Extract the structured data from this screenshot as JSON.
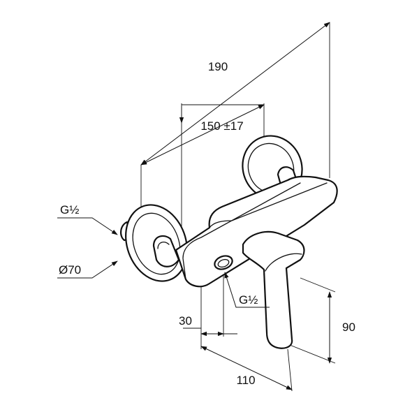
{
  "dimensions": {
    "overall_width": "190",
    "connection_centers": "150 ±17",
    "thread_inlet": "G½",
    "flange_diameter": "Ø70",
    "thread_outlet": "G½",
    "outlet_offset": "30",
    "lever_height": "90",
    "depth": "110"
  }
}
